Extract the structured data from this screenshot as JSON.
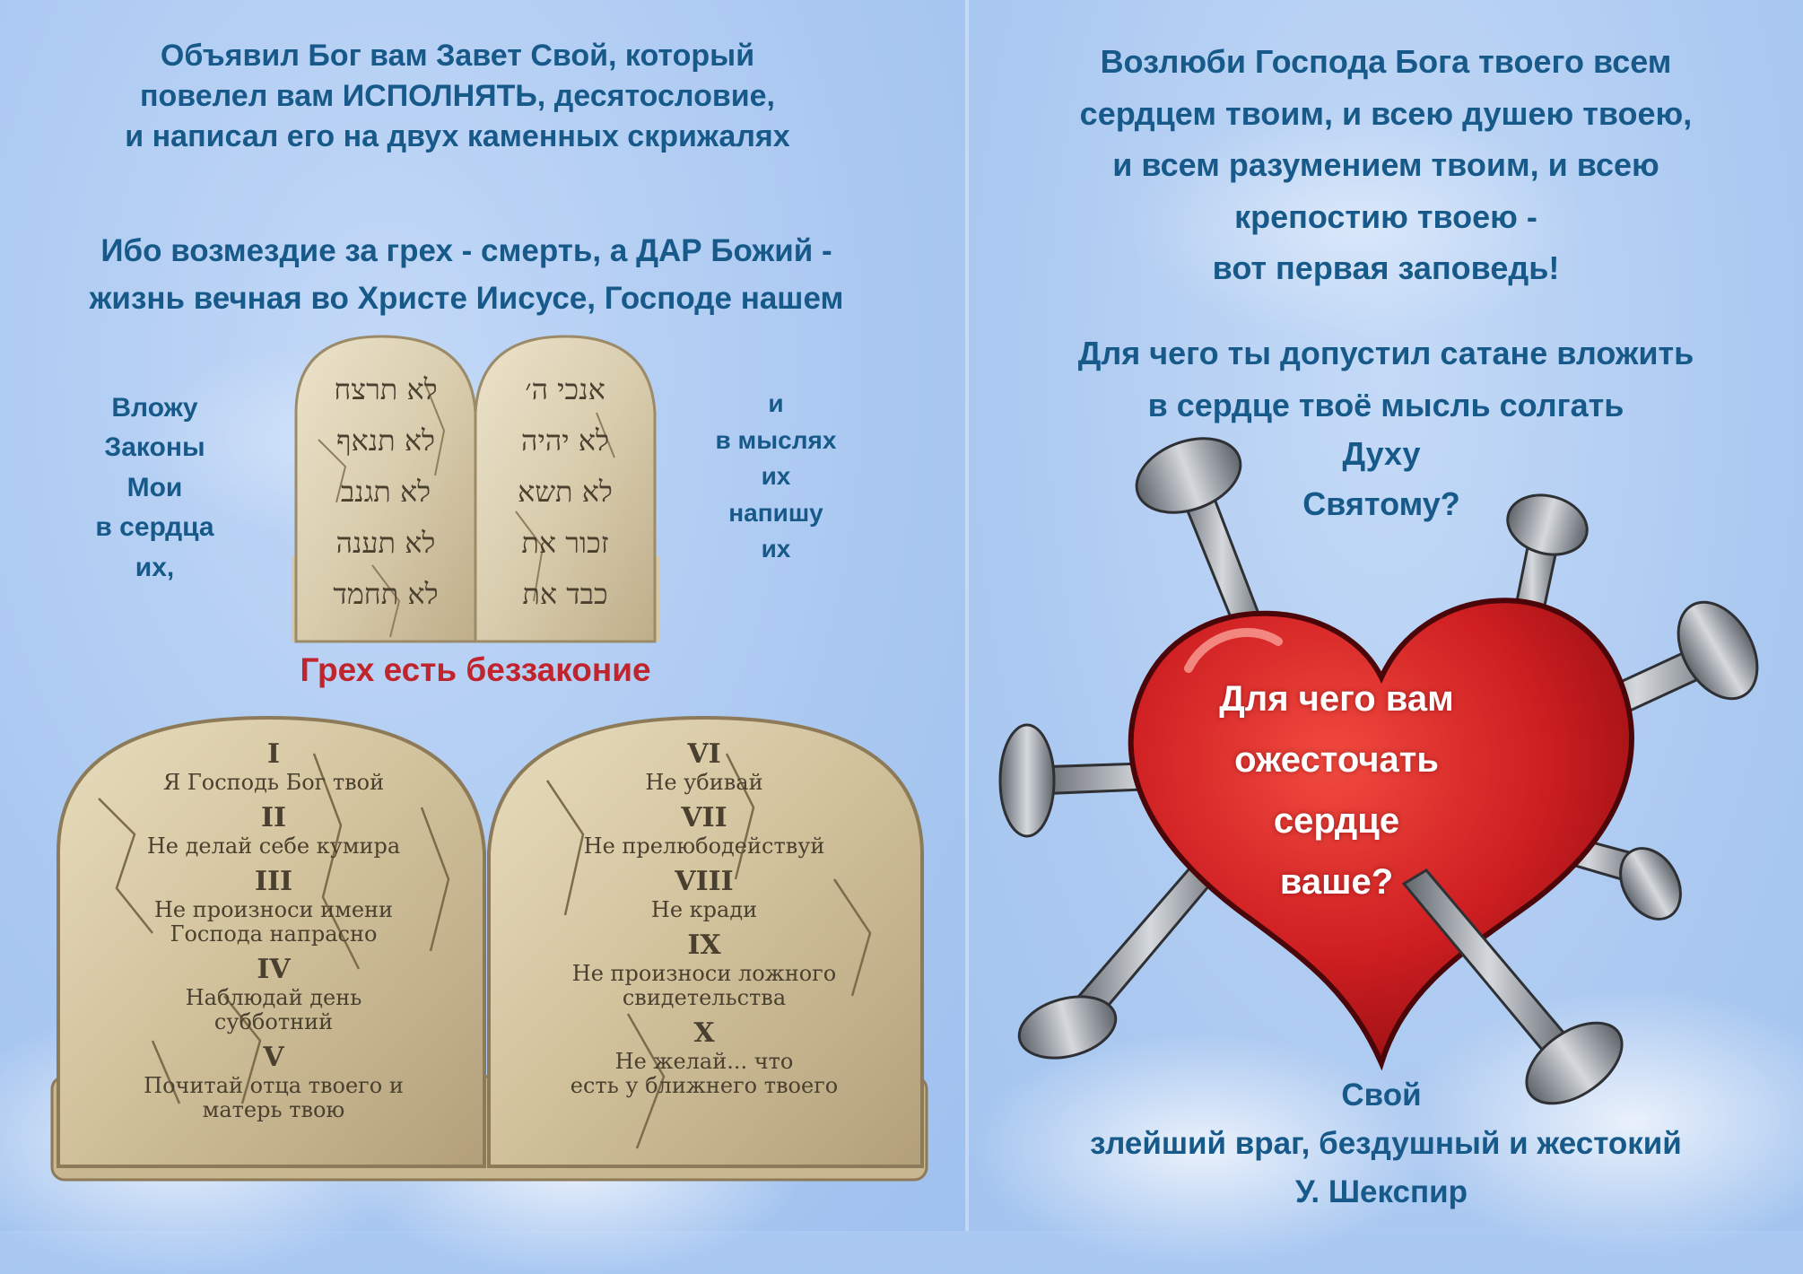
{
  "left_panel": {
    "covenant_text": "Объявил Бог вам Завет Свой, который\nповелел вам ИСПОЛНЯТЬ, десятословие,\nи написал его на двух каменных скрижалях",
    "wages_text": "Ибо возмездие за грех - смерть, а ДАР Божий -\nжизнь вечная во Христе Иисусе, Господе нашем",
    "laws_text": "Вложу\nЗаконы\nМои\nв сердца\nих,",
    "thoughts_text": "и\nв мыслях\nих\nнапишу\nих",
    "sin_text": "Грех есть беззаконие",
    "hebrew_tablet": {
      "left_column": [
        "לא תרצח",
        "לא תנאף",
        "לא תגנב",
        "לא תענה",
        "לא תחמד"
      ],
      "right_column": [
        "אנכי ה׳",
        "לא יהיה",
        "לא תשא",
        "זכור את",
        "כבד את"
      ]
    },
    "russian_tablet": {
      "left_column": [
        {
          "numeral": "I",
          "text": "Я Господь Бог твой"
        },
        {
          "numeral": "II",
          "text": "Не делай себе кумира"
        },
        {
          "numeral": "III",
          "text": "Не произноси имени\nГоспода напрасно"
        },
        {
          "numeral": "IV",
          "text": "Наблюдай день\nсубботний"
        },
        {
          "numeral": "V",
          "text": "Почитай отца твоего и\nматерь твою"
        }
      ],
      "right_column": [
        {
          "numeral": "VI",
          "text": "Не убивай"
        },
        {
          "numeral": "VII",
          "text": "Не прелюбодействуй"
        },
        {
          "numeral": "VIII",
          "text": "Не кради"
        },
        {
          "numeral": "IX",
          "text": "Не произноси ложного\nсвидетельства"
        },
        {
          "numeral": "X",
          "text": "Не желай... что\nесть у ближнего твоего"
        }
      ]
    }
  },
  "right_panel": {
    "first_commandment": "Возлюби Господа Бога твоего всем\nсердцем твоим, и всею душею твоею,\nи всем разумением твоим, и всею\nкрепостию твоею -\nвот первая заповедь!",
    "question_text": "Для чего ты допустил сатане вложить\nв сердце твоё мысль солгать",
    "holy_spirit_text": "Духу\nСвятому?",
    "heart_text": "Для чего вам\nожесточать\nсердце\nваше?",
    "quote_line1": "Свой",
    "quote_line2": "злейший враг, бездушный и жестокий",
    "quote_author": "У. Шекспир"
  },
  "colors": {
    "text_blue": "#175a8a",
    "sin_red": "#c0242c",
    "heart_red": "#cf1f22",
    "stone": "#d8ccab"
  }
}
